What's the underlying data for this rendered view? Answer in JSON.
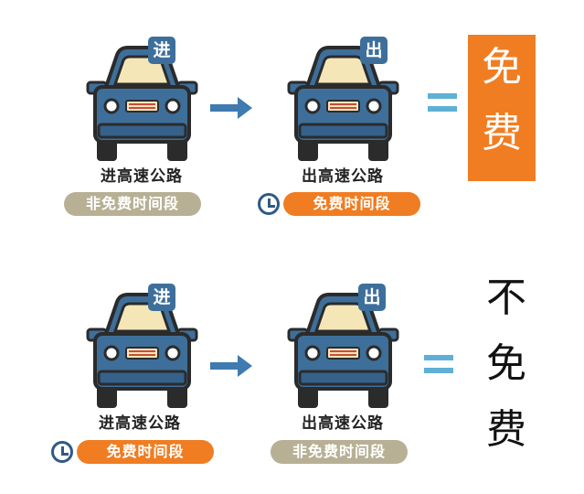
{
  "rows": [
    {
      "entry": {
        "badge": "进",
        "caption": "进高速公路",
        "period": "非免费时间段",
        "period_style": "grey",
        "has_clock": false
      },
      "exit": {
        "badge": "出",
        "caption": "出高速公路",
        "period": "免费时间段",
        "period_style": "orange",
        "has_clock": true
      },
      "equals": "=",
      "result": [
        "免",
        "费"
      ],
      "result_highlight": true
    },
    {
      "entry": {
        "badge": "进",
        "caption": "进高速公路",
        "period": "免费时间段",
        "period_style": "orange",
        "has_clock": true
      },
      "exit": {
        "badge": "出",
        "caption": "出高速公路",
        "period": "非免费时间段",
        "period_style": "grey",
        "has_clock": false
      },
      "equals": "=",
      "result": [
        "不",
        "免",
        "费"
      ],
      "result_highlight": false
    }
  ],
  "colors": {
    "car_body": "#3e6f9b",
    "car_outline": "#2b2b2b",
    "window": "#f5e6b8",
    "arrow": "#3f7ab0",
    "equals": "#5fb0d6",
    "orange": "#f07d22",
    "grey": "#b7b095"
  },
  "icons": [
    "car-icon",
    "clock-icon",
    "arrow-right-icon"
  ]
}
